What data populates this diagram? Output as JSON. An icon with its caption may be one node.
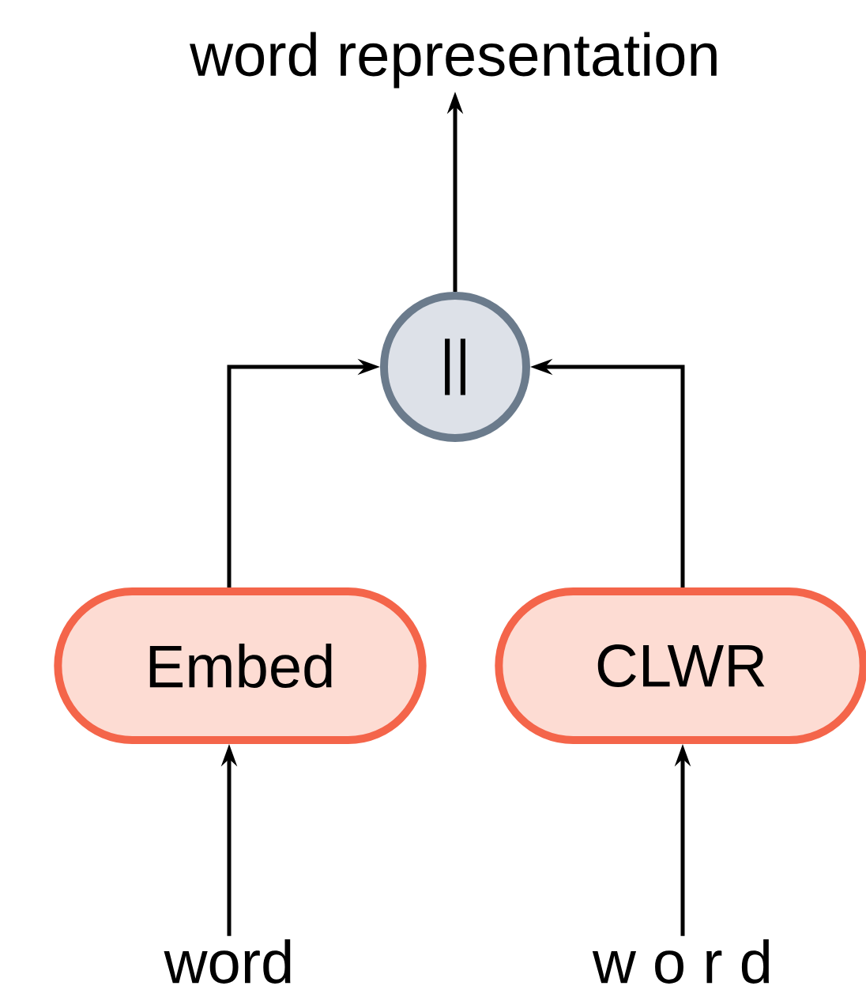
{
  "diagram": {
    "nodes": [
      {
        "text": [
          "word representation"
        ]
      },
      {
        "text": [
          "||"
        ]
      },
      {
        "text": [
          "Embed"
        ]
      },
      {
        "text": [
          "CLWR"
        ]
      },
      {
        "text": [
          "word"
        ]
      },
      {
        "text": [
          "w o r d"
        ]
      }
    ],
    "edges": [
      {
        "from": 1,
        "to": 0,
        "arrow": "to"
      },
      {
        "from": 2,
        "to": 1,
        "arrow": "to"
      },
      {
        "from": 3,
        "to": 1,
        "arrow": "to"
      },
      {
        "from": 4,
        "to": 2,
        "arrow": "to"
      },
      {
        "from": 5,
        "to": 3,
        "arrow": "to"
      }
    ]
  }
}
